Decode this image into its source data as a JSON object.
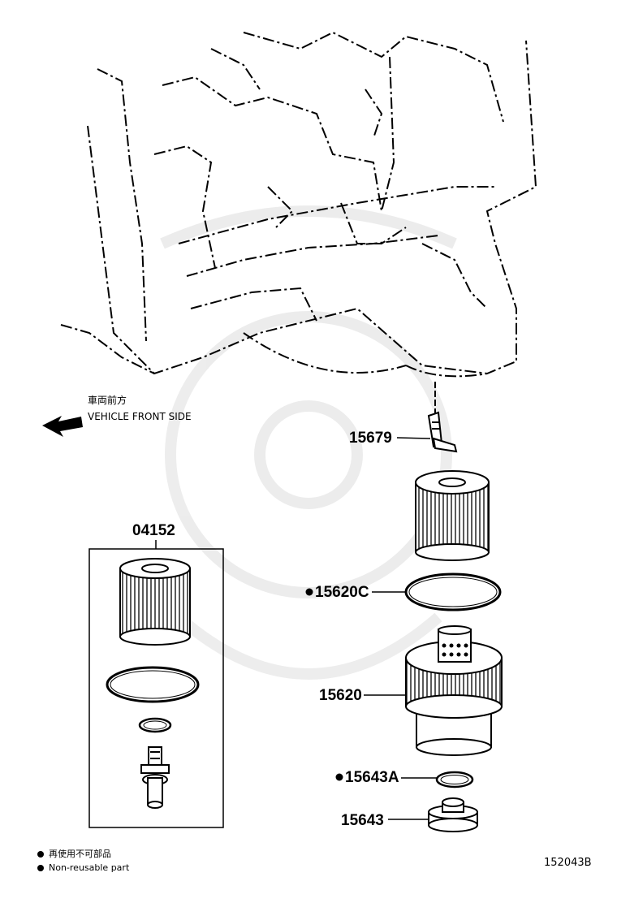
{
  "direction": {
    "label_jp": "車両前方",
    "label_en": "VEHICLE FRONT SIDE"
  },
  "parts": {
    "p15679": "15679",
    "p04152": "04152",
    "p15620C": "15620C",
    "p15620": "15620",
    "p15643A": "15643A",
    "p15643": "15643"
  },
  "legend": {
    "non_reusable_jp": "再使用不可部品",
    "non_reusable_en": "Non-reusable part"
  },
  "diagram_code": "152043B",
  "colors": {
    "line": "#000000",
    "background": "#ffffff"
  }
}
